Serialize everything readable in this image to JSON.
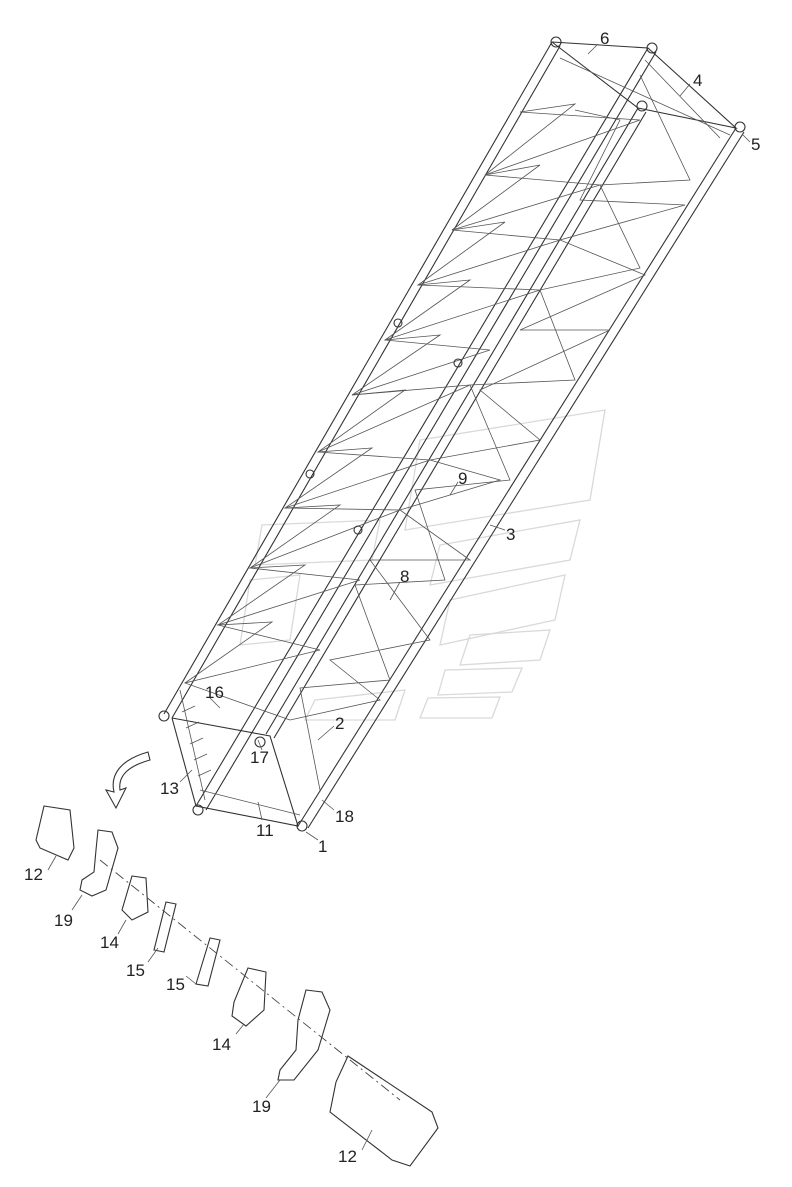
{
  "diagram": {
    "callouts": [
      {
        "id": "c6",
        "text": "6"
      },
      {
        "id": "c4",
        "text": "4"
      },
      {
        "id": "c5",
        "text": "5"
      },
      {
        "id": "c9",
        "text": "9"
      },
      {
        "id": "c3",
        "text": "3"
      },
      {
        "id": "c8",
        "text": "8"
      },
      {
        "id": "c16",
        "text": "16"
      },
      {
        "id": "c2",
        "text": "2"
      },
      {
        "id": "c17",
        "text": "17"
      },
      {
        "id": "c13",
        "text": "13"
      },
      {
        "id": "c18",
        "text": "18"
      },
      {
        "id": "c11",
        "text": "11"
      },
      {
        "id": "c1",
        "text": "1"
      },
      {
        "id": "c12a",
        "text": "12"
      },
      {
        "id": "c19a",
        "text": "19"
      },
      {
        "id": "c14a",
        "text": "14"
      },
      {
        "id": "c15a",
        "text": "15"
      },
      {
        "id": "c15b",
        "text": "15"
      },
      {
        "id": "c14b",
        "text": "14"
      },
      {
        "id": "c19b",
        "text": "19"
      },
      {
        "id": "c12b",
        "text": "12"
      }
    ]
  }
}
